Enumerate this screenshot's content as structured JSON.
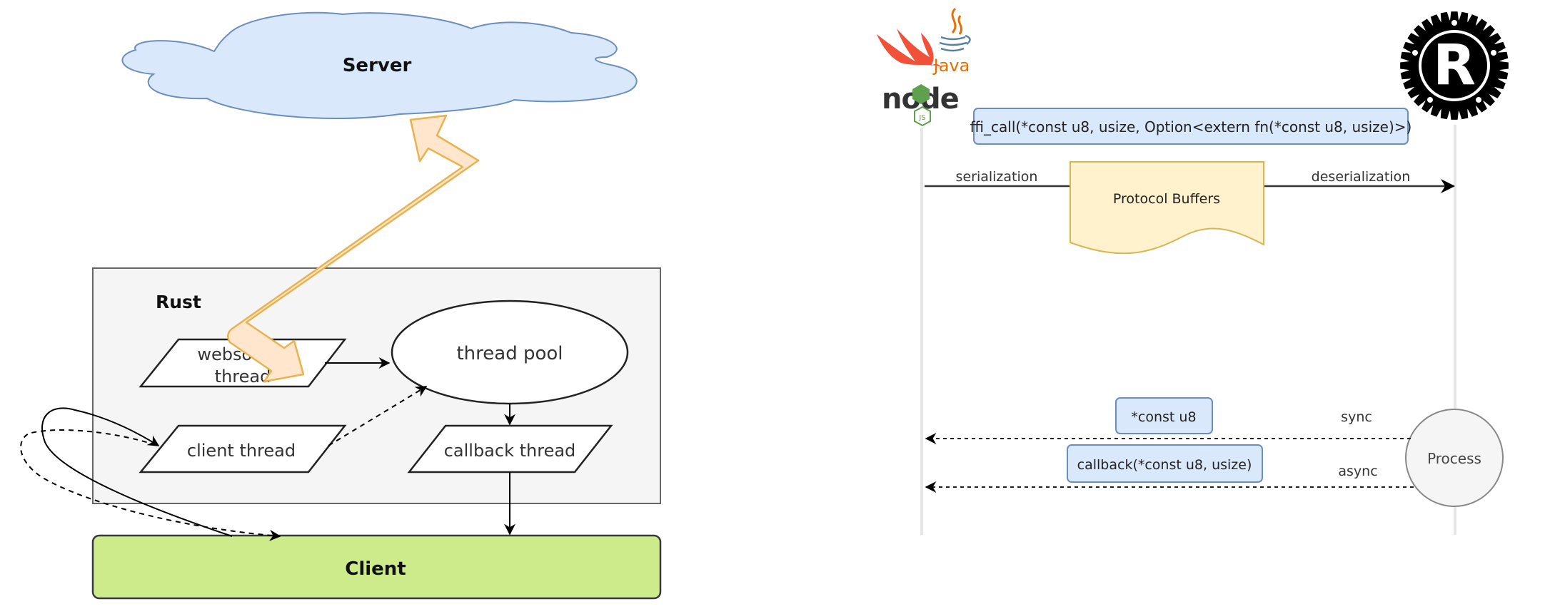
{
  "left_diagram": {
    "server": {
      "label": "Server",
      "fill": "#dae8fc",
      "stroke": "#6c8ebf"
    },
    "rust_container": {
      "label": "Rust",
      "fill": "#f5f5f5",
      "stroke": "#666666"
    },
    "websocket_thread": {
      "line1": "websocket",
      "line2": "thread"
    },
    "thread_pool": {
      "label": "thread pool"
    },
    "client_thread": {
      "label": "client thread"
    },
    "callback_thread": {
      "label": "callback thread"
    },
    "client": {
      "label": "Client",
      "fill": "#cdeb8b",
      "stroke": "#36393d"
    },
    "websocket_link": {
      "fill": "#ffe6cc",
      "stroke": "#e8b34f"
    }
  },
  "right_diagram": {
    "logos": {
      "swift": "swift-logo",
      "java": {
        "label": "Java",
        "color": "#e76f00"
      },
      "node": {
        "label": "node",
        "badge": "JS",
        "green": "#5fa04e"
      },
      "rust": "rust-logo"
    },
    "ffi_call": {
      "label": "ffi_call(*const u8, usize, Option<extern fn(*const u8, usize)>)",
      "fill": "#dae8fc",
      "stroke": "#6c8ebf"
    },
    "serialization_label": "serialization",
    "deserialization_label": "deserialization",
    "protocol_buffers": {
      "label": "Protocol Buffers",
      "fill": "#fff2cc",
      "stroke": "#d6b656"
    },
    "sync_return": {
      "payload": "*const u8",
      "mode": "sync"
    },
    "async_return": {
      "payload": "callback(*const u8, usize)",
      "mode": "async"
    },
    "process": {
      "label": "Process",
      "fill": "#f5f5f5",
      "stroke": "#666666"
    }
  }
}
